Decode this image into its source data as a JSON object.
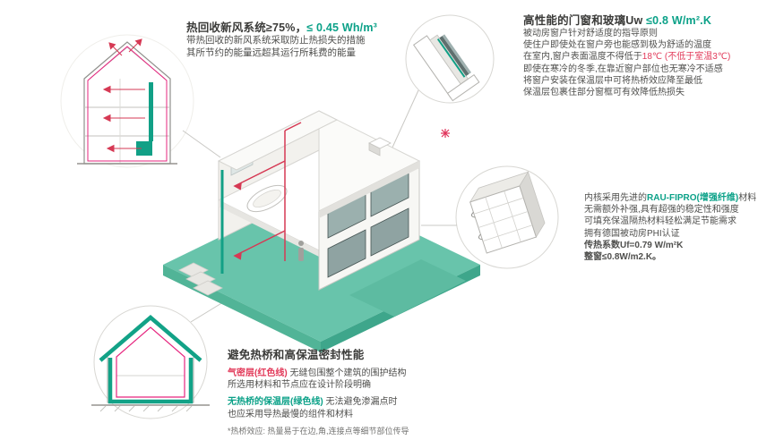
{
  "colors": {
    "teal_accent": "#0ba188",
    "red_accent": "#e23a5a",
    "magenta_line": "#e6247e",
    "green_base": "#68c4ab",
    "dark_text": "#3b3b39"
  },
  "heat_recovery": {
    "title_main": "热回收新风系统≥75%，",
    "title_value": "≤ 0.45 Wh/m³",
    "line1": "带热回收的新风系统采取防止热损失的措施",
    "line2": "其所节约的能量远超其运行所耗费的能量"
  },
  "windows": {
    "title_main": "高性能的门窗和玻璃Uw ",
    "title_value": "≤0.8 W/m².K",
    "line1": "被动房窗户针对舒适度的指导原则",
    "line2": "使住户即使处在窗户旁也能感到极为舒适的温度",
    "line3_a": "在室内,窗户表面温度不得低于",
    "line3_b": "18℃",
    "line3_c": " (不低于室温3℃)",
    "line4": "即使在寒冷的冬季,在靠近窗户部位也无寒冷不适感",
    "line5": "将窗户安装在保温层中可将热桥效应降至最低",
    "line6": "保温层包裹住部分窗框可有效降低热损失"
  },
  "profile": {
    "line1_a": "内核采用先进的",
    "line1_b": "RAU-FIPRO(增强纤维)",
    "line1_c": "材料",
    "line2": "无需额外补强,具有超强的稳定性和强度",
    "line3": "可填充保温隔热材料轻松满足节能需求",
    "line4": "拥有德国被动房PHI认证",
    "line5": "传热系数Uf=0.79 W/m²K",
    "line6": "整窗≤0.8W/m2.K。"
  },
  "thermal": {
    "title": "避免热桥和高保温密封性能",
    "red_label": "气密层(红色线)",
    "red_rest": " 无缝包围整个建筑的围护结构",
    "line2": "所选用材料和节点应在设计阶段明确",
    "green_label": "无热桥的保温层(绿色线)",
    "green_rest": " 无法避免渗漏点时",
    "line4": "也应采用导热最慢的组件和材料",
    "footnote": "*热桥效应: 热量易于在边,角,连接点等细节部位传导"
  }
}
